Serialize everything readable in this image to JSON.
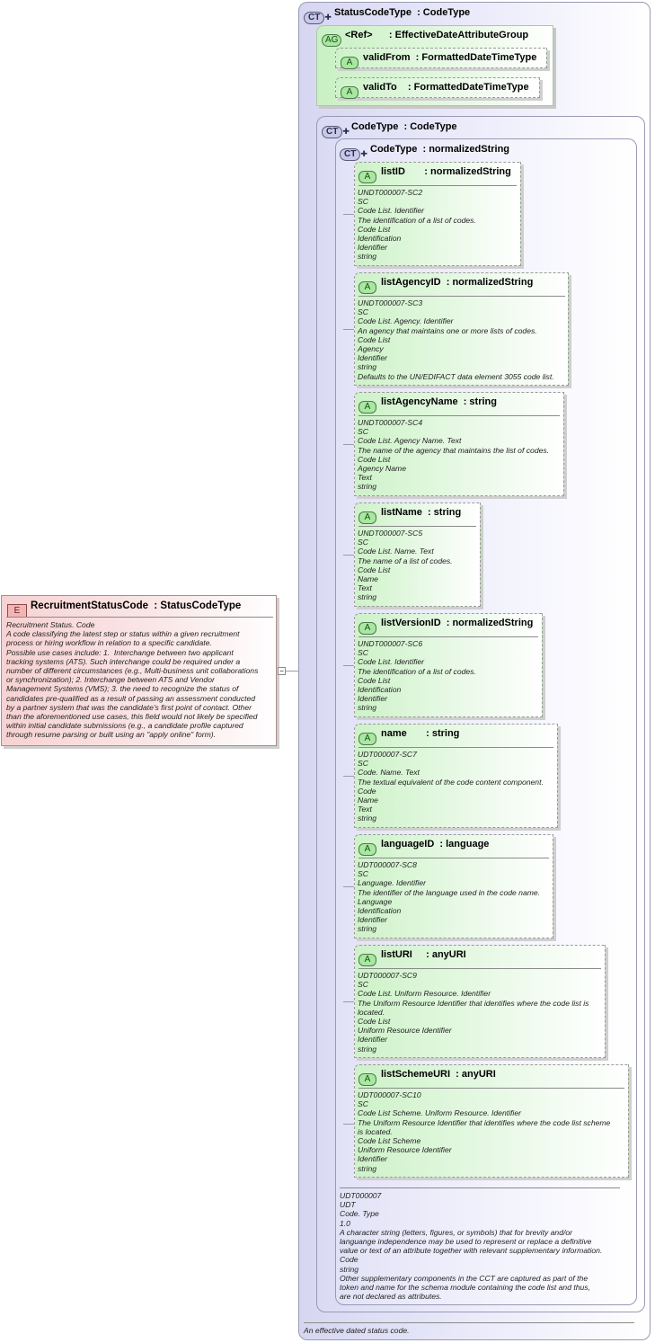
{
  "element": {
    "badge": "E",
    "title": "RecruitmentStatusCode  : StatusCodeType",
    "doc": "Recruitment Status. Code\nA code classifying the latest step or status within a given recruitment\nprocess or hiring workflow in relation to a specific candidate.\nPossible use cases include: 1.  Interchange between two applicant\ntracking systems (ATS). Such interchange could be required under a\nnumber of different circumstances (e.g., Multi-business unit collaborations\nor synchronization); 2. Interchange between ATS and Vendor\nManagement Systems (VMS); 3. the need to recognize the status of\ncandidates pre-qualified as a result of passing an assessment conducted\nby a partner system that was the candidate's first point of contact. Other\nthan the aforementioned use cases, this field would not likely be specified\nwithin initial candidate submissions (e.g., a candidate profile captured\nthrough resume parsing or built using an \"apply online\" form).",
    "collapse_symbol": "−"
  },
  "status_code_type": {
    "badge": "CT",
    "title": "StatusCodeType  : CodeType",
    "doc": "An effective dated status code."
  },
  "attribute_group": {
    "badge": "AG",
    "title": "<Ref>      : EffectiveDateAttributeGroup",
    "attributes": [
      {
        "badge": "A",
        "title": "validFrom  : FormattedDateTimeType"
      },
      {
        "badge": "A",
        "title": "validTo    : FormattedDateTimeType"
      }
    ]
  },
  "code_type": {
    "badge": "CT",
    "title": "CodeType  : CodeType"
  },
  "code_type_inner": {
    "badge": "CT",
    "title": "CodeType  : normalizedString",
    "doc": "UDT000007\nUDT\nCode. Type\n1.0\nA character string (letters, figures, or symbols) that for brevity and/or\nlanguange independence may be used to represent or replace a definitive\nvalue or text of an attribute together with relevant supplementary information.\nCode\nstring\nOther supplementary components in the CCT are captured as part of the\ntoken and name for the schema module containing the code list and thus,\nare not declared as attributes."
  },
  "attributes": [
    {
      "badge": "A",
      "title": "listID       : normalizedString",
      "doc": "UNDT000007-SC2\nSC\nCode List. Identifier\nThe identification of a list of codes.\nCode List\nIdentification\nIdentifier\nstring"
    },
    {
      "badge": "A",
      "title": "listAgencyID  : normalizedString",
      "doc": "UNDT000007-SC3\nSC\nCode List. Agency. Identifier\nAn agency that maintains one or more lists of codes.\nCode List\nAgency\nIdentifier\nstring\nDefaults to the UN/EDIFACT data element 3055 code list."
    },
    {
      "badge": "A",
      "title": "listAgencyName  : string",
      "doc": "UNDT000007-SC4\nSC\nCode List. Agency Name. Text\nThe name of the agency that maintains the list of codes.\nCode List\nAgency Name\nText\nstring"
    },
    {
      "badge": "A",
      "title": "listName  : string",
      "doc": "UNDT000007-SC5\nSC\nCode List. Name. Text\nThe name of a list of codes.\nCode List\nName\nText\nstring"
    },
    {
      "badge": "A",
      "title": "listVersionID  : normalizedString",
      "doc": "UNDT000007-SC6\nSC\nCode List. Identifier\nThe identification of a list of codes.\nCode List\nIdentification\nIdentifier\nstring"
    },
    {
      "badge": "A",
      "title": "name       : string",
      "doc": "UDT000007-SC7\nSC\nCode. Name. Text\nThe textual equivalent of the code content component.\nCode\nName\nText\nstring"
    },
    {
      "badge": "A",
      "title": "languageID  : language",
      "doc": "UDT000007-SC8\nSC\nLanguage. Identifier\nThe identifier of the language used in the code name.\nLanguage\nIdentification\nIdentifier\nstring"
    },
    {
      "badge": "A",
      "title": "listURI     : anyURI",
      "doc": "UDT000007-SC9\nSC\nCode List. Uniform Resource. Identifier\nThe Uniform Resource Identifier that identifies where the code list is\nlocated.\nCode List\nUniform Resource Identifier\nIdentifier\nstring"
    },
    {
      "badge": "A",
      "title": "listSchemeURI  : anyURI",
      "doc": "UDT000007-SC10\nSC\nCode List Scheme. Uniform Resource. Identifier\nThe Uniform Resource Identifier that identifies where the code list scheme\nis located.\nCode List Scheme\nUniform Resource Identifier\nIdentifier\nstring"
    }
  ]
}
